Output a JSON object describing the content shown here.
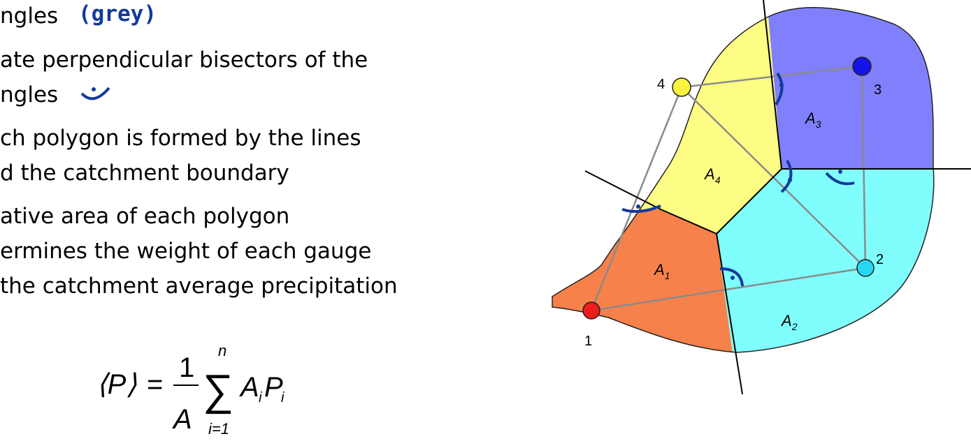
{
  "bullets": [
    {
      "text": "ngles",
      "annotation": "(grey)"
    },
    {
      "text": "ate perpendicular bisectors of the"
    },
    {
      "text": "ngles"
    },
    {
      "text": "ch polygon is formed by the lines"
    },
    {
      "text": "d the catchment boundary"
    },
    {
      "text": "ative area of each polygon"
    },
    {
      "text": "ermines the weight of each gauge"
    },
    {
      "text": "the catchment average precipitation"
    }
  ],
  "formula": {
    "lhs": "⟨P⟩",
    "equals": "=",
    "numerator": "1",
    "denominator": "A",
    "sum_symbol": "∑",
    "upper": "n",
    "lower": "i=1",
    "term_A": "A",
    "term_P": "P",
    "subscript": "i"
  },
  "diagram": {
    "gauges": [
      {
        "label": "1",
        "color": "#ee1c1c"
      },
      {
        "label": "2",
        "color": "#29d6f4"
      },
      {
        "label": "3",
        "color": "#1414e8"
      },
      {
        "label": "4",
        "color": "#fbf33d"
      }
    ],
    "areas": [
      {
        "label": "A",
        "sub": "1",
        "color": "#f7814a"
      },
      {
        "label": "A",
        "sub": "2",
        "color": "#80fdfd"
      },
      {
        "label": "A",
        "sub": "3",
        "color": "#8080fd"
      },
      {
        "label": "A",
        "sub": "4",
        "color": "#fdfd85"
      }
    ]
  }
}
